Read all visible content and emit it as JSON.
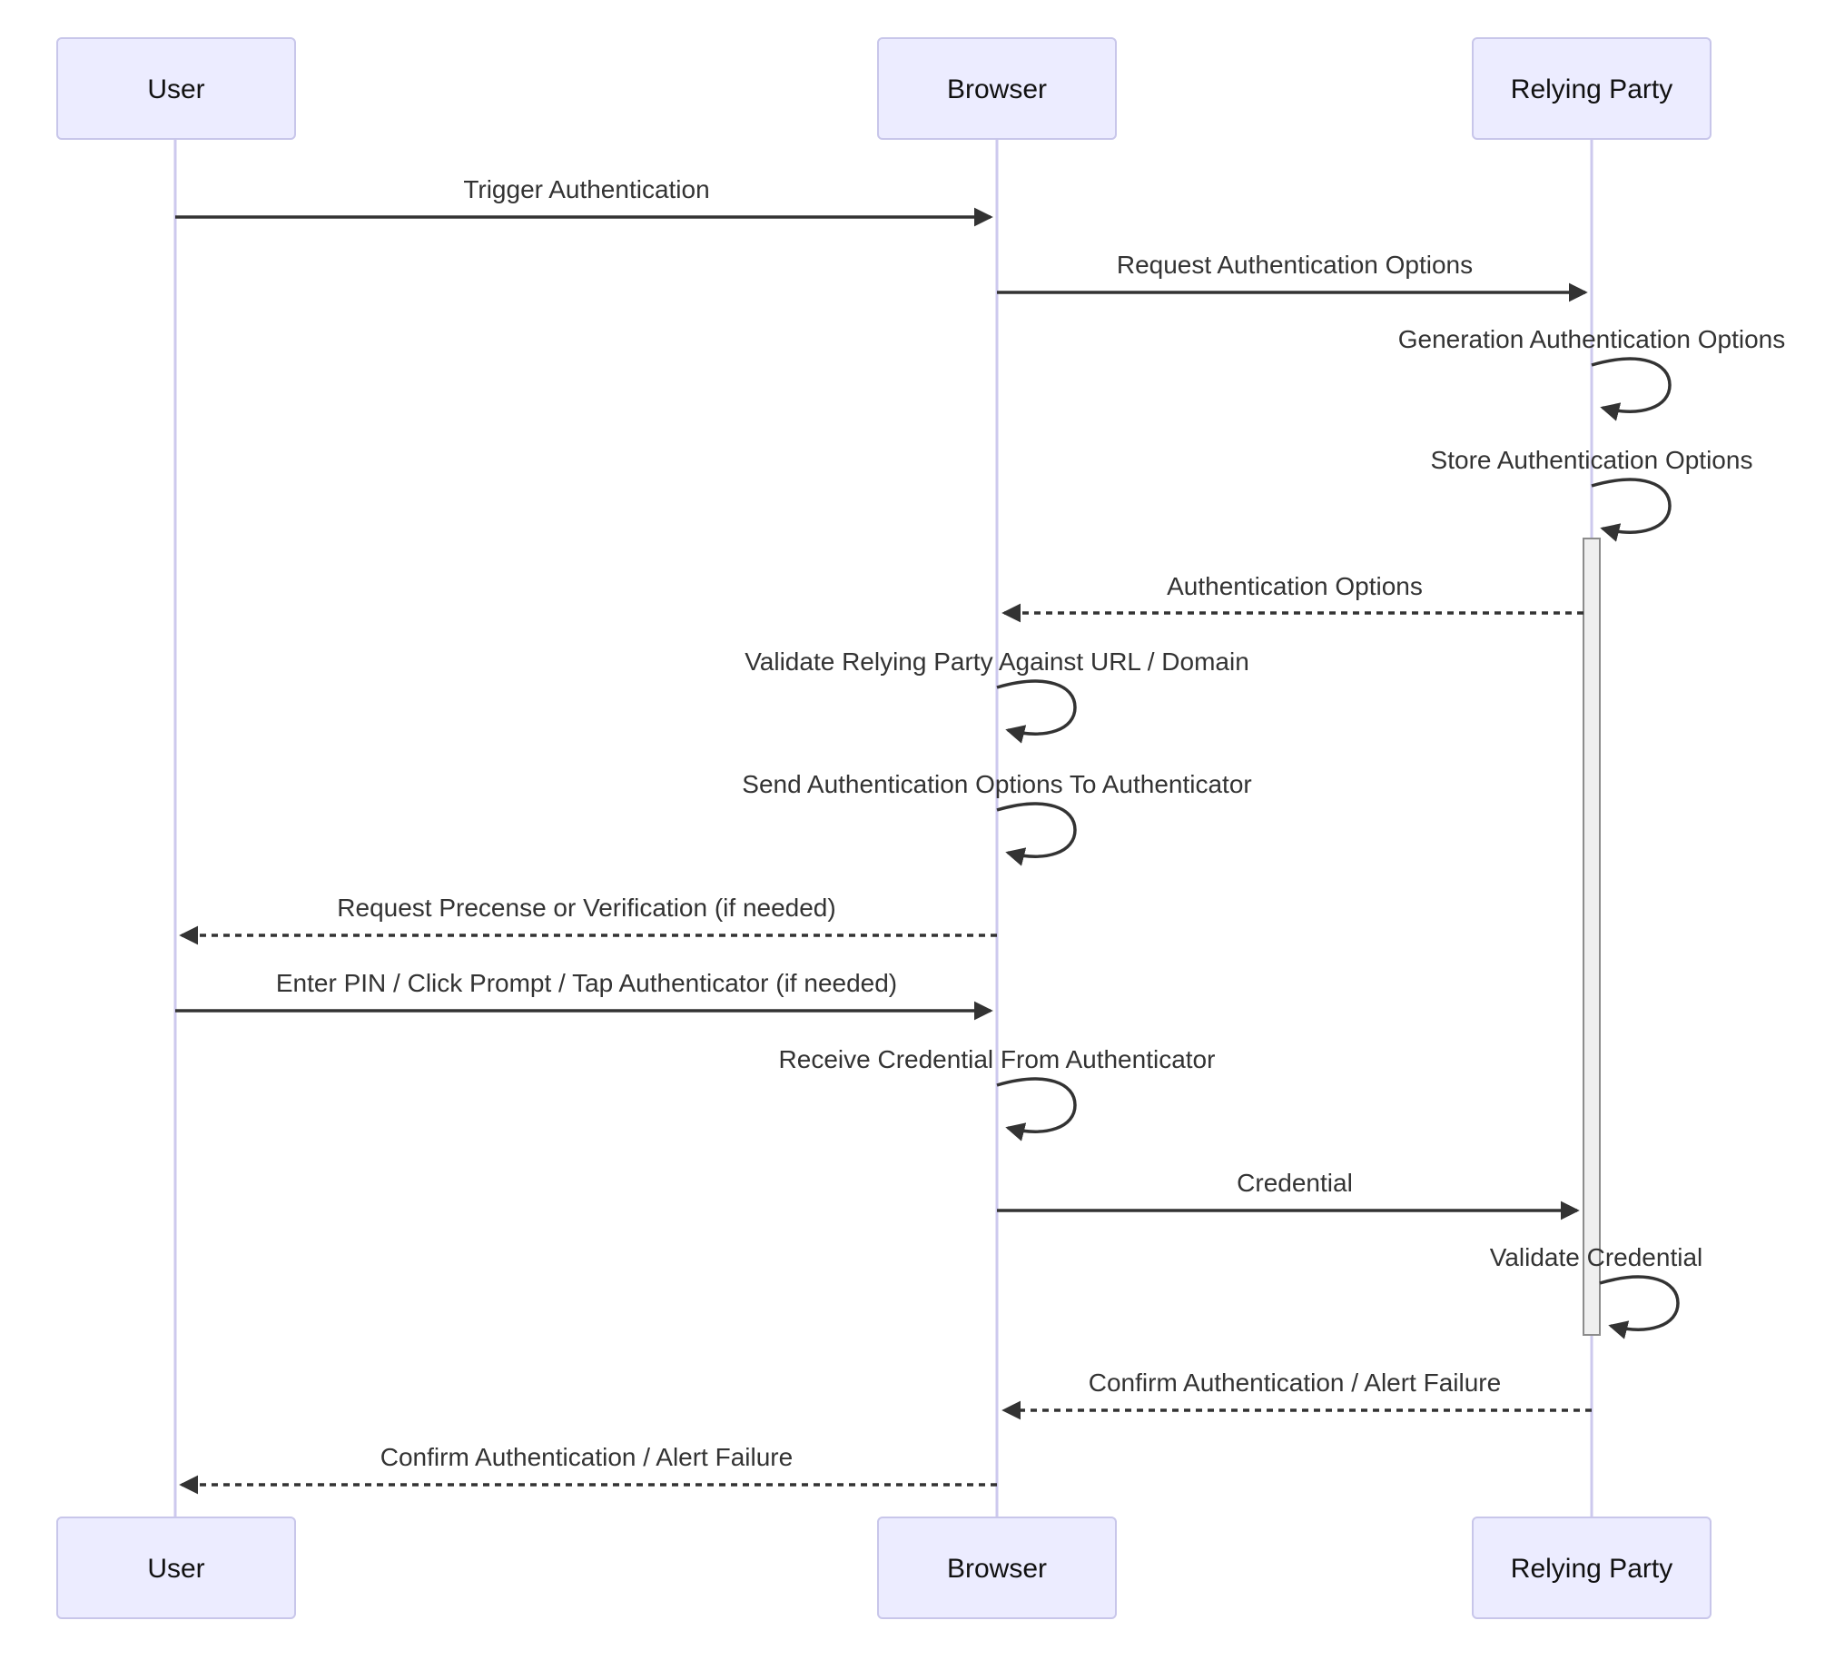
{
  "diagram": {
    "type": "sequence",
    "background": "#FFFFFF",
    "colors": {
      "actor_fill": "#ECECFF",
      "actor_border": "#C8C6EA",
      "lifeline": "#CDC9EE",
      "message_text": "#333333",
      "actor_text": "#111111",
      "activation_fill": "#EFEFEF",
      "activation_border": "#8C8C8C"
    },
    "actors": [
      {
        "label": "User"
      },
      {
        "label": "Browser"
      },
      {
        "label": "Relying Party"
      }
    ],
    "activation": {
      "actor": "Relying Party"
    },
    "messages": [
      {
        "label": "Trigger Authentication",
        "from": "User",
        "to": "Browser",
        "line": "solid"
      },
      {
        "label": "Request Authentication Options",
        "from": "Browser",
        "to": "Relying Party",
        "line": "solid"
      },
      {
        "label": "Generation Authentication Options",
        "from": "Relying Party",
        "to": "Relying Party",
        "line": "self"
      },
      {
        "label": "Store Authentication Options",
        "from": "Relying Party",
        "to": "Relying Party",
        "line": "self"
      },
      {
        "label": "Authentication Options",
        "from": "Relying Party",
        "to": "Browser",
        "line": "dashed"
      },
      {
        "label": "Validate Relying Party Against URL / Domain",
        "from": "Browser",
        "to": "Browser",
        "line": "self"
      },
      {
        "label": "Send Authentication Options To Authenticator",
        "from": "Browser",
        "to": "Browser",
        "line": "self"
      },
      {
        "label": "Request Precense or Verification (if needed)",
        "from": "Browser",
        "to": "User",
        "line": "dashed"
      },
      {
        "label": "Enter PIN / Click Prompt / Tap Authenticator (if needed)",
        "from": "User",
        "to": "Browser",
        "line": "solid"
      },
      {
        "label": "Receive Credential From Authenticator",
        "from": "Browser",
        "to": "Browser",
        "line": "self"
      },
      {
        "label": "Credential",
        "from": "Browser",
        "to": "Relying Party",
        "line": "solid"
      },
      {
        "label": "Validate Credential",
        "from": "Relying Party",
        "to": "Relying Party",
        "line": "self"
      },
      {
        "label": "Confirm Authentication / Alert Failure",
        "from": "Relying Party",
        "to": "Browser",
        "line": "dashed"
      },
      {
        "label": "Confirm Authentication / Alert Failure",
        "from": "Browser",
        "to": "User",
        "line": "dashed"
      }
    ]
  }
}
